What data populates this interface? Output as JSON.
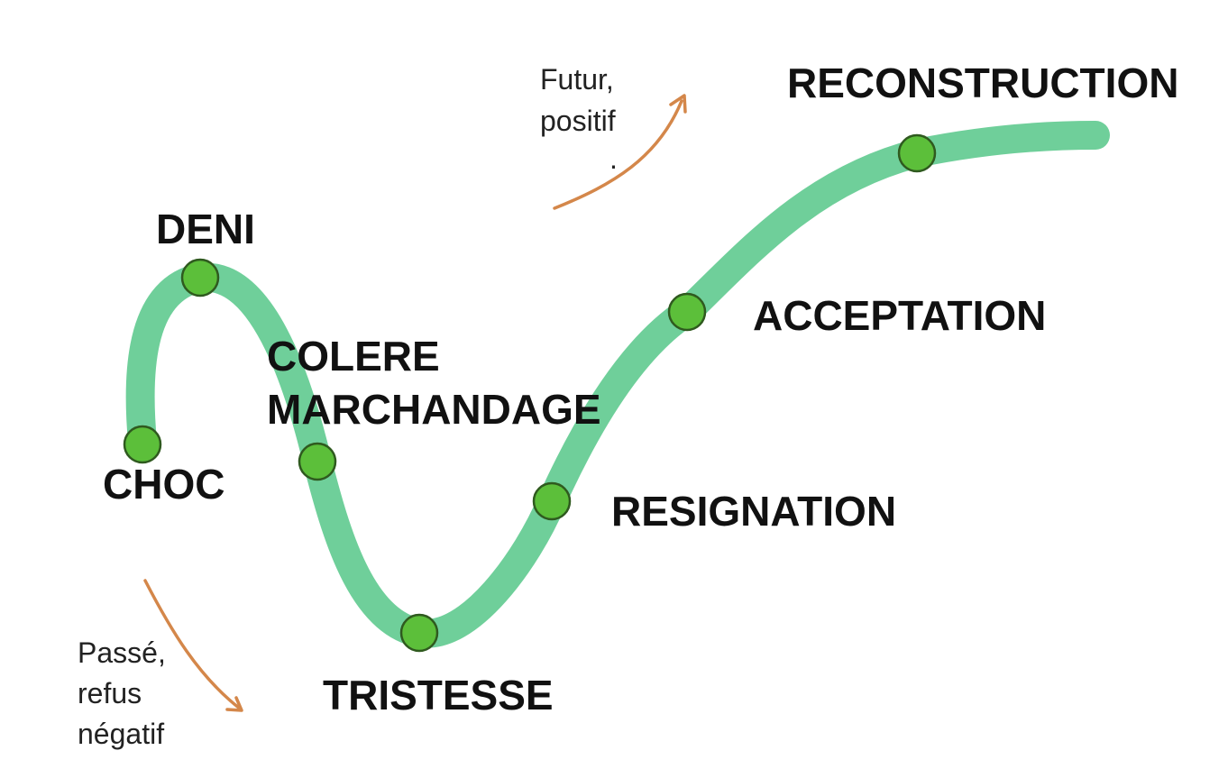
{
  "colors": {
    "curve": "#6fcf9a",
    "node_fill": "#5cbf3a",
    "node_stroke": "#2f5a1f",
    "arrow": "#d4874a",
    "text": "#111111"
  },
  "stages": [
    {
      "id": "choc",
      "label": "CHOC"
    },
    {
      "id": "deni",
      "label": "DENI"
    },
    {
      "id": "colere",
      "label": "COLERE"
    },
    {
      "id": "marchandage",
      "label": "MARCHANDAGE"
    },
    {
      "id": "tristesse",
      "label": "TRISTESSE"
    },
    {
      "id": "resignation",
      "label": "RESIGNATION"
    },
    {
      "id": "acceptation",
      "label": "ACCEPTATION"
    },
    {
      "id": "reconstruction",
      "label": "RECONSTRUCTION"
    }
  ],
  "notes": {
    "future_line1": "Futur,",
    "future_line2": "positif",
    "future_dot": ".",
    "past_line1": "Passé,",
    "past_line2": "refus",
    "past_line3": "négatif"
  }
}
